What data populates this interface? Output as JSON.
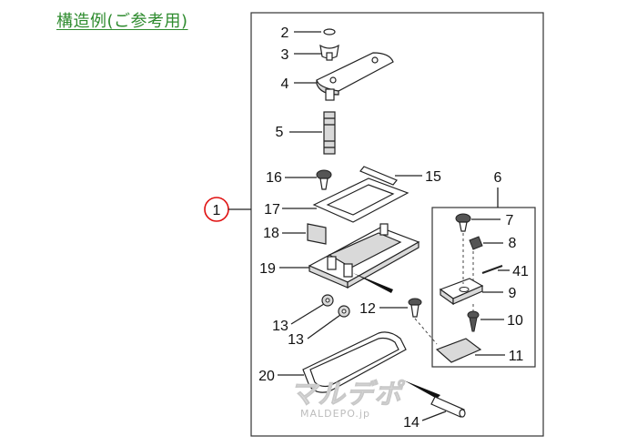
{
  "title": "構造例(ご参考用)",
  "labels": {
    "p1": "1",
    "p2": "2",
    "p3": "3",
    "p4": "4",
    "p5": "5",
    "p6": "6",
    "p7": "7",
    "p8": "8",
    "p9": "9",
    "p10": "10",
    "p11": "11",
    "p12": "12",
    "p13a": "13",
    "p13b": "13",
    "p14": "14",
    "p15": "15",
    "p16": "16",
    "p17": "17",
    "p18": "18",
    "p19": "19",
    "p20": "20",
    "p41": "41"
  },
  "watermark": {
    "logo": "マルデポ",
    "site": "MALDEPO.jp"
  },
  "colors": {
    "title": "#2e8b2e",
    "callout_circle": "#e01010"
  }
}
